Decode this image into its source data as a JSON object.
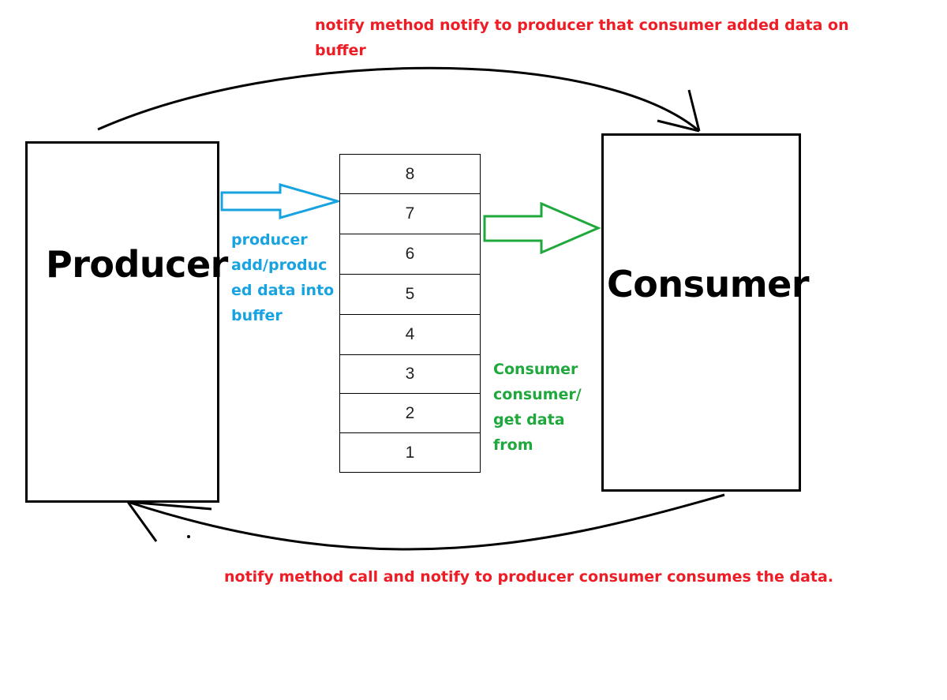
{
  "producer": {
    "label": "Producer"
  },
  "consumer": {
    "label": "Consumer"
  },
  "buffer": {
    "slots": [
      "8",
      "7",
      "6",
      "5",
      "4",
      "3",
      "2",
      "1"
    ]
  },
  "notes": {
    "top_line1": "notify method notify to producer that consumer added data on",
    "top_line2": "buffer",
    "produce_lines": [
      "producer",
      "add/produc",
      "ed data into",
      "buffer"
    ],
    "consume_lines": [
      "Consumer",
      "consumer/",
      "get data",
      "from"
    ],
    "bottom": "notify method call and notify to producer consumer consumes the data."
  },
  "colors": {
    "red": "#ee1c24",
    "blue": "#17a2e0",
    "green": "#1fa83c",
    "black": "#000000"
  }
}
